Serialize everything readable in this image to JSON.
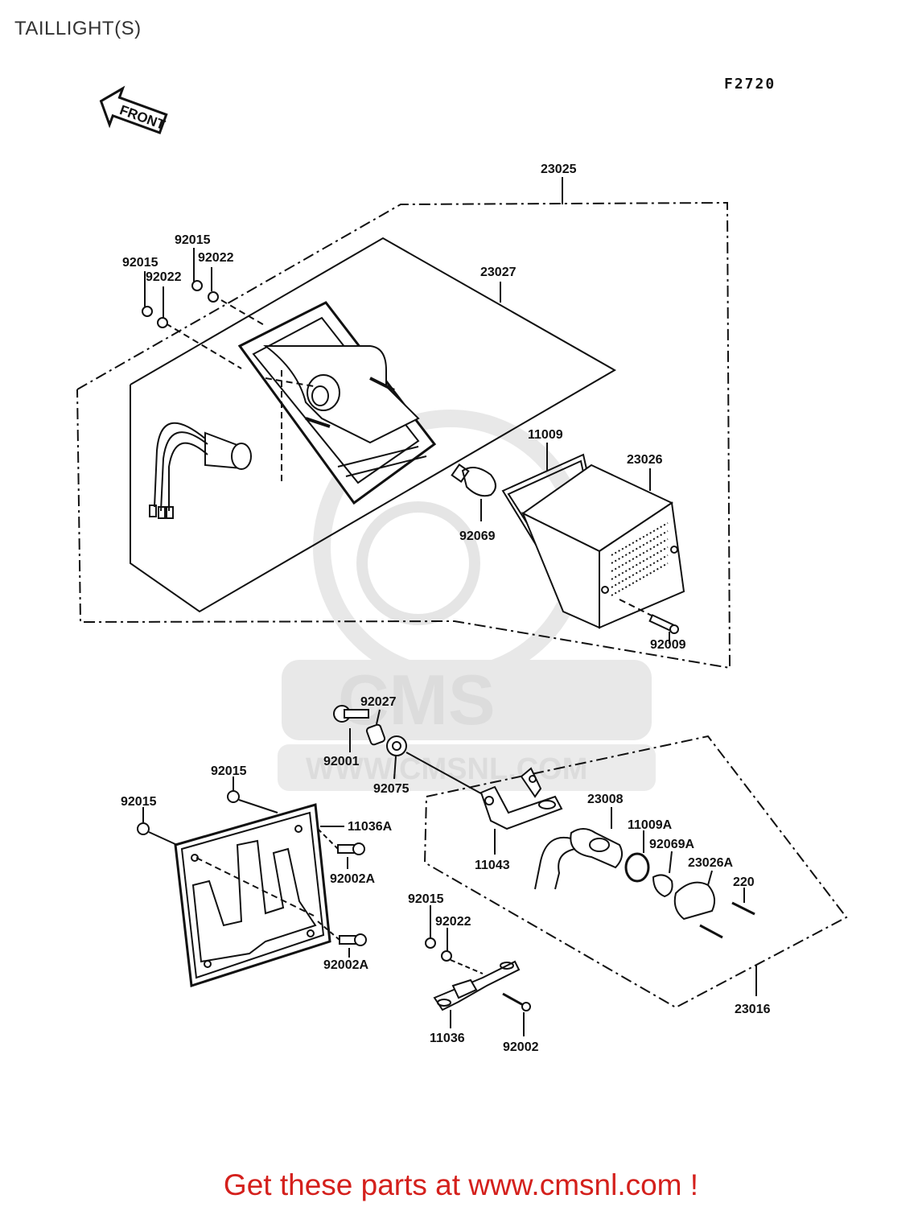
{
  "header": {
    "title": "TAILLIGHT(S)",
    "figure_code": "F2720"
  },
  "front_arrow": {
    "label": "FRONT"
  },
  "watermark": {
    "brand": "CMS",
    "url": "WWW.CMSNL.COM"
  },
  "parts": {
    "p23025": "23025",
    "p23027": "23027",
    "p92015_a": "92015",
    "p92022_a": "92022",
    "p92015_b": "92015",
    "p92022_b": "92022",
    "p11009": "11009",
    "p23026": "23026",
    "p92069": "92069",
    "p92009": "92009",
    "p92027": "92027",
    "p92001": "92001",
    "p92075": "92075",
    "p92015_c": "92015",
    "p92015_d": "92015",
    "p11036A": "11036A",
    "p92002A_a": "92002A",
    "p92002A_b": "92002A",
    "p23008": "23008",
    "p11043": "11043",
    "p11009A": "11009A",
    "p92069A": "92069A",
    "p23026A": "23026A",
    "p220": "220",
    "p23016": "23016",
    "p92015_e": "92015",
    "p92022_c": "92022",
    "p11036": "11036",
    "p92002": "92002"
  },
  "footer": {
    "text": "Get these parts at www.cmsnl.com !"
  },
  "colors": {
    "line": "#111111",
    "footer": "#d4201c",
    "watermark": "#d9d9d9"
  }
}
